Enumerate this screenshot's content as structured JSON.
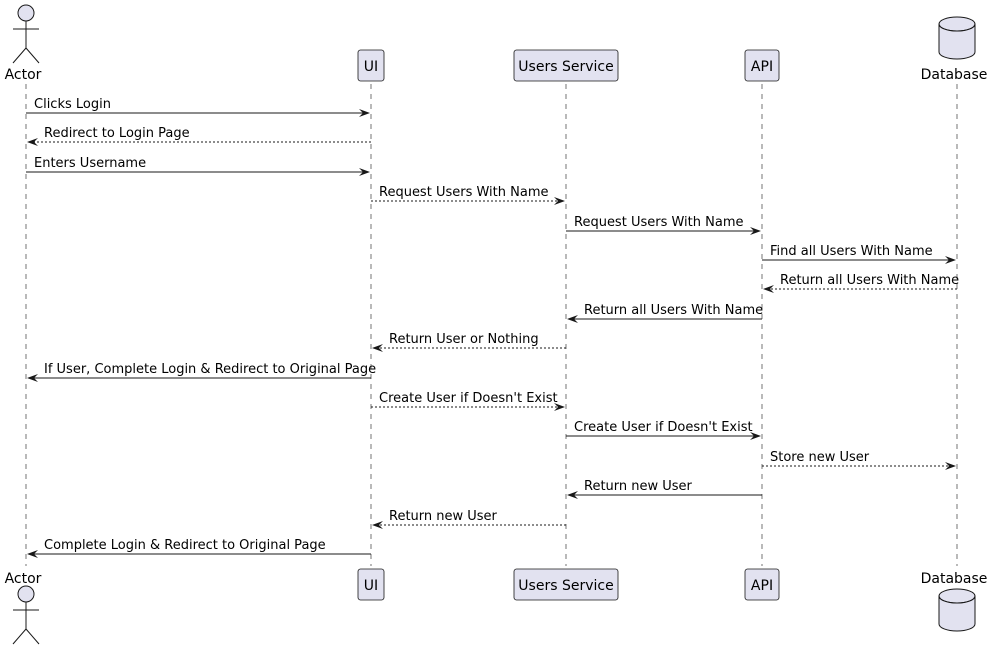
{
  "participants": [
    {
      "id": "actor",
      "kind": "actor",
      "label": "Actor"
    },
    {
      "id": "ui",
      "kind": "participant",
      "label": "UI"
    },
    {
      "id": "users",
      "kind": "participant",
      "label": "Users Service"
    },
    {
      "id": "api",
      "kind": "participant",
      "label": "API"
    },
    {
      "id": "db",
      "kind": "database",
      "label": "Database"
    }
  ],
  "messages": [
    {
      "from": "actor",
      "to": "ui",
      "style": "solid",
      "label": "Clicks Login"
    },
    {
      "from": "ui",
      "to": "actor",
      "style": "dashed",
      "label": "Redirect to Login Page"
    },
    {
      "from": "actor",
      "to": "ui",
      "style": "solid",
      "label": "Enters Username"
    },
    {
      "from": "ui",
      "to": "users",
      "style": "dashed",
      "label": "Request Users With Name"
    },
    {
      "from": "users",
      "to": "api",
      "style": "solid",
      "label": "Request Users With Name"
    },
    {
      "from": "api",
      "to": "db",
      "style": "solid",
      "label": "Find all Users With Name"
    },
    {
      "from": "db",
      "to": "api",
      "style": "dashed",
      "label": "Return all Users With Name"
    },
    {
      "from": "api",
      "to": "users",
      "style": "solid",
      "label": "Return all Users With Name"
    },
    {
      "from": "users",
      "to": "ui",
      "style": "dashed",
      "label": "Return User or Nothing"
    },
    {
      "from": "ui",
      "to": "actor",
      "style": "solid",
      "label": "If User, Complete Login & Redirect to Original Page"
    },
    {
      "from": "ui",
      "to": "users",
      "style": "dashed",
      "label": "Create User if Doesn't Exist"
    },
    {
      "from": "users",
      "to": "api",
      "style": "solid",
      "label": "Create User if Doesn't Exist"
    },
    {
      "from": "api",
      "to": "db",
      "style": "dashed",
      "label": "Store new User"
    },
    {
      "from": "api",
      "to": "users",
      "style": "solid",
      "label": "Return new User"
    },
    {
      "from": "users",
      "to": "ui",
      "style": "dashed",
      "label": "Return new User"
    },
    {
      "from": "ui",
      "to": "actor",
      "style": "solid",
      "label": "Complete Login & Redirect to Original Page"
    }
  ],
  "colors": {
    "participant_fill": "#e2e2f0",
    "line": "#181818"
  }
}
